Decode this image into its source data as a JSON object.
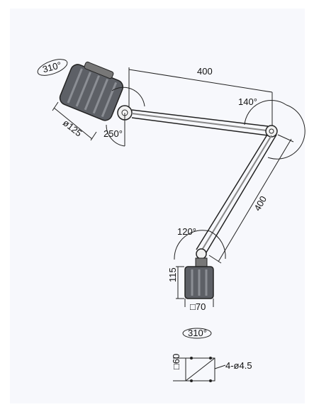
{
  "diagram": {
    "labels": {
      "rotation_top": "310°",
      "arm_length_upper": "400",
      "joint_angle_right": "140°",
      "head_diameter": "ø125",
      "head_angle": "250°",
      "arm_length_lower": "400",
      "joint_angle_base": "120°",
      "base_height": "115",
      "base_square": "□70",
      "rotation_base": "310°",
      "plate_square": "□60",
      "holes": "4-ø4.5"
    }
  }
}
